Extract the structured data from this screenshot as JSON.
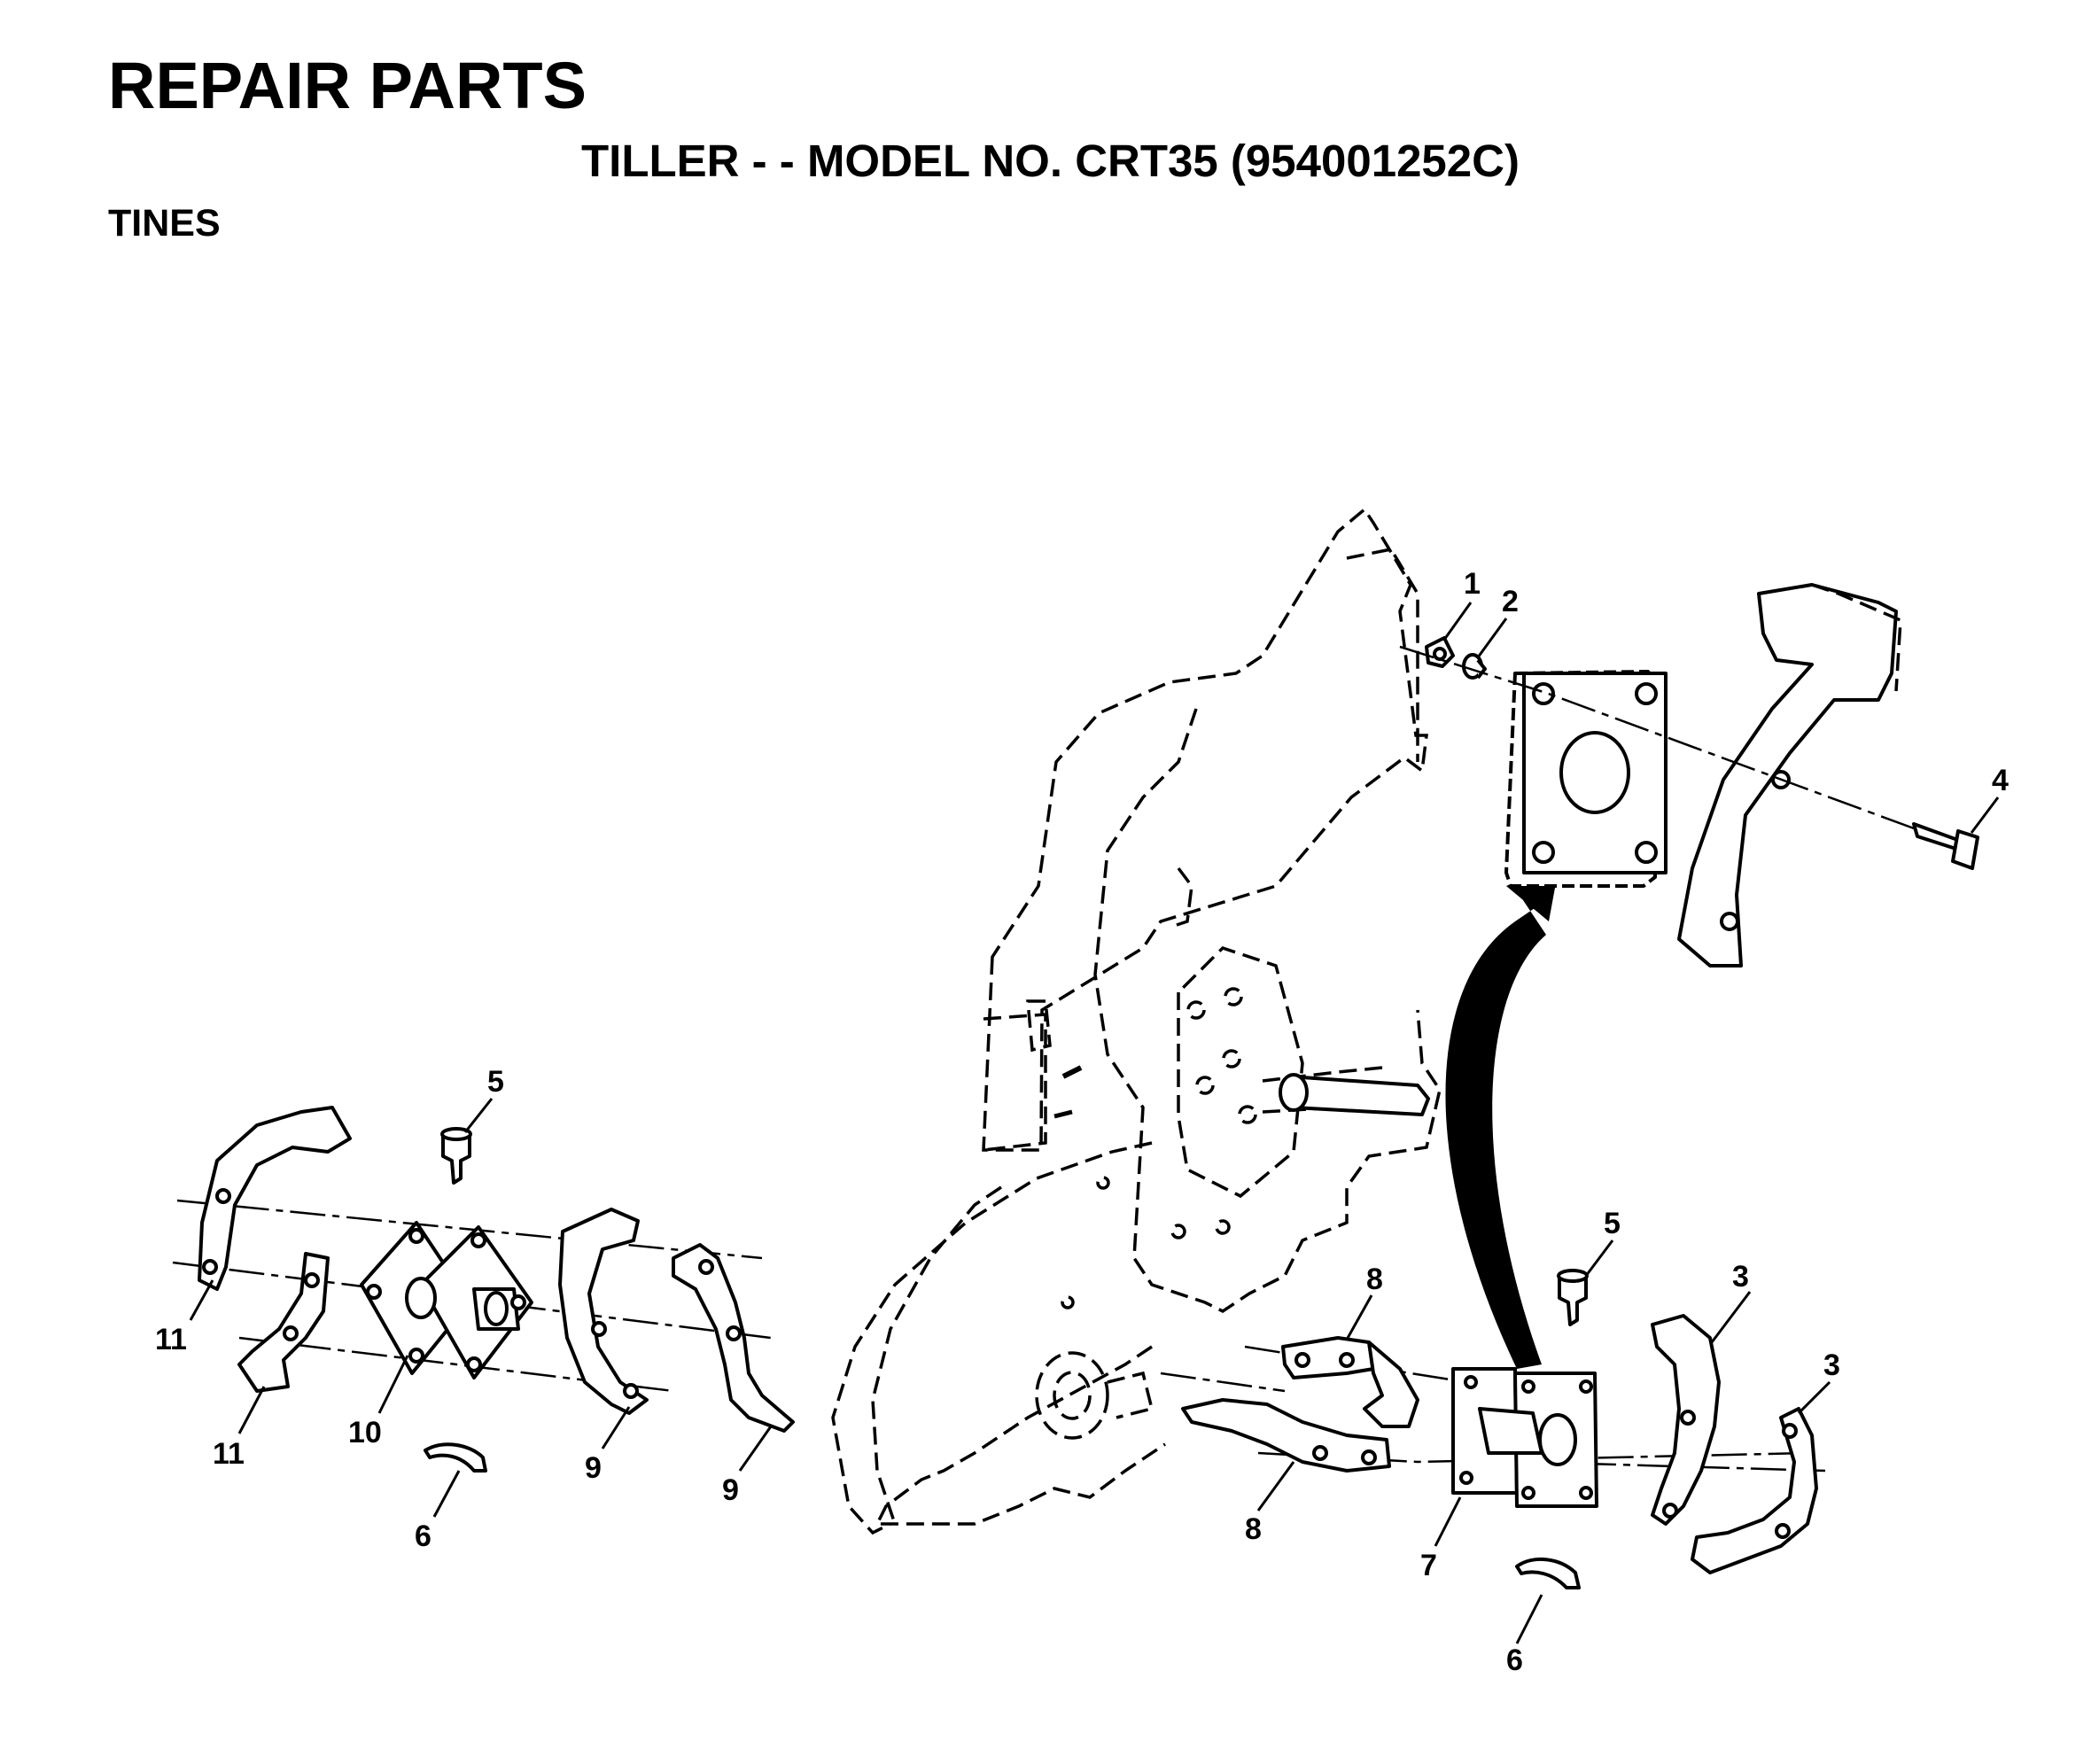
{
  "header": {
    "title": "REPAIR PARTS",
    "subtitle": "TILLER - - MODEL NO. CRT35 (954001252C)",
    "section": "TINES"
  },
  "callouts": {
    "c1": "1",
    "c2": "2",
    "c3a": "3",
    "c3b": "3",
    "c4": "4",
    "c5a": "5",
    "c5b": "5",
    "c6a": "6",
    "c6b": "6",
    "c7": "7",
    "c8a": "8",
    "c8b": "8",
    "c9a": "9",
    "c9b": "9",
    "c10": "10",
    "c11a": "11",
    "c11b": "11"
  }
}
